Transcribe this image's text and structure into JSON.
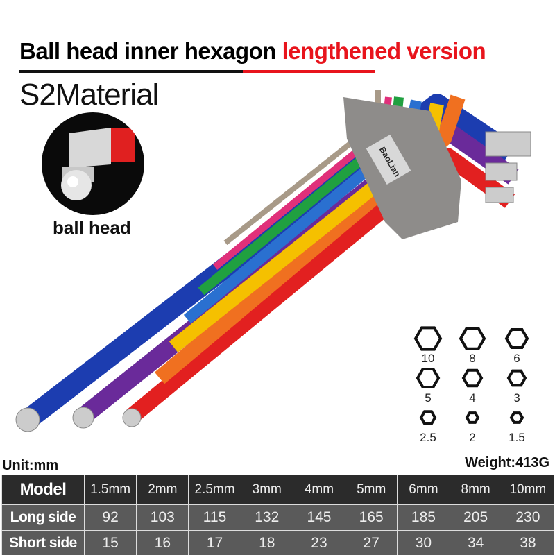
{
  "title": {
    "part1": "Ball head inner hexagon ",
    "part2": "lengthened version"
  },
  "material": "S2Material",
  "ball_head_label": "ball head",
  "brand_label": "BaoLian",
  "hex_sizes": [
    "10",
    "8",
    "6",
    "5",
    "4",
    "3",
    "2.5",
    "2",
    "1.5"
  ],
  "unit": "Unit:mm",
  "weight": "Weight:413G",
  "table": {
    "headers": [
      "Model",
      "1.5mm",
      "2mm",
      "2.5mm",
      "3mm",
      "4mm",
      "5mm",
      "6mm",
      "8mm",
      "10mm"
    ],
    "rows": [
      [
        "Long side",
        "92",
        "103",
        "115",
        "132",
        "145",
        "165",
        "185",
        "205",
        "230"
      ],
      [
        "Short side",
        "15",
        "16",
        "17",
        "18",
        "23",
        "27",
        "30",
        "34",
        "38"
      ]
    ]
  },
  "colors": {
    "accent_red": "#e8141c",
    "table_header": "#2b2b2b",
    "table_body": "#5a5a5a"
  }
}
